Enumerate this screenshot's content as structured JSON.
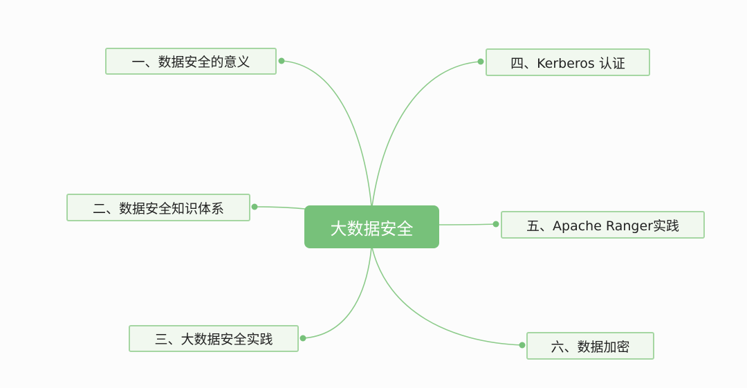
{
  "mindmap": {
    "center": {
      "label": "大数据安全"
    },
    "branches": [
      {
        "label": "一、数据安全的意义"
      },
      {
        "label": "二、数据安全知识体系"
      },
      {
        "label": "三、大数据安全实践"
      },
      {
        "label": "四、Kerberos 认证"
      },
      {
        "label": "五、Apache Ranger实践"
      },
      {
        "label": "六、数据加密"
      }
    ]
  },
  "colors": {
    "center_fill": "#77c17a",
    "branch_fill": "#f1f8ef",
    "branch_border": "#a5d6a2",
    "connector": "#8ccb8a",
    "connector_dot": "#77c17a"
  }
}
